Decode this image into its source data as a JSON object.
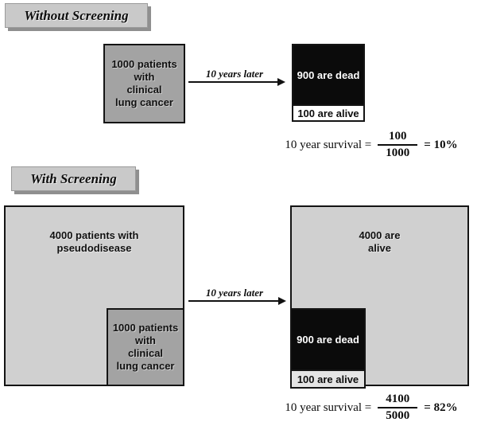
{
  "colors": {
    "title_box_bg": "#c9c9c9",
    "title_box_shadow": "#8f8f8f",
    "medium_gray_box": "#a3a3a3",
    "light_gray_box": "#d0d0d0",
    "dead_box": "#0b0b0b",
    "alive_strip_top": "#ffffff",
    "alive_strip_bottom": "#e4e4e4"
  },
  "without_screening": {
    "title": "Without Screening",
    "patients_box": {
      "lines": [
        "1000 patients",
        "with",
        "clinical",
        "lung cancer"
      ]
    },
    "arrow_label": "10 years later",
    "outcome": {
      "dead_label": "900 are dead",
      "alive_label": "100 are alive"
    },
    "formula": {
      "prefix": "10 year survival =",
      "numerator": "100",
      "denominator": "1000",
      "result": "= 10%"
    }
  },
  "with_screening": {
    "title": "With Screening",
    "screened_box": {
      "lines": [
        "4000 patients with",
        "pseudodisease"
      ]
    },
    "clinical_box": {
      "lines": [
        "1000 patients",
        "with",
        "clinical",
        "lung cancer"
      ]
    },
    "arrow_label": "10 years later",
    "outcome": {
      "alive_lines": [
        "4000 are",
        "alive"
      ],
      "dead_label": "900 are dead",
      "alive_label": "100 are alive"
    },
    "formula": {
      "prefix": "10 year survival =",
      "numerator": "4100",
      "denominator": "5000",
      "result": "= 82%"
    }
  }
}
